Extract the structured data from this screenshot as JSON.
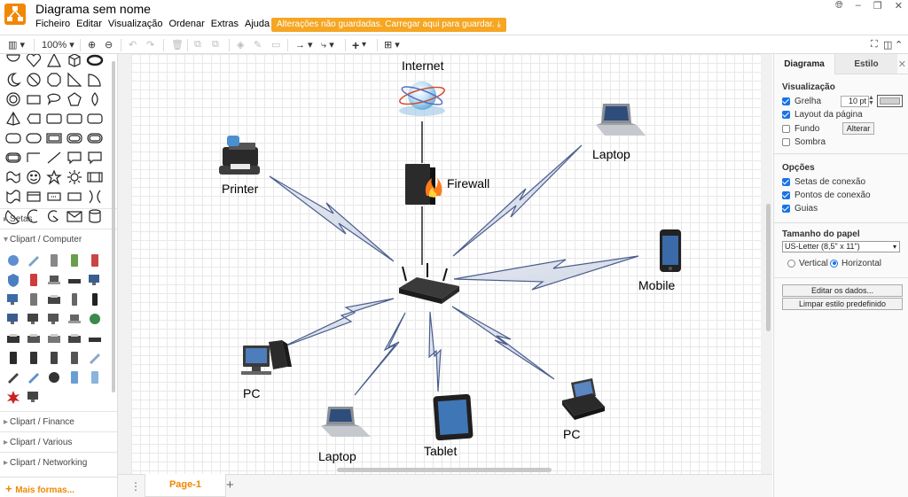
{
  "app": {
    "title": "Diagrama sem nome",
    "unsaved_banner": "Alterações não guardadas. Carregar aqui para guardar.",
    "accent": "#f08705"
  },
  "menu": [
    "Ficheiro",
    "Editar",
    "Visualização",
    "Ordenar",
    "Extras",
    "Ajuda"
  ],
  "toolbar": {
    "zoom": "100%"
  },
  "sidebar": {
    "sections": [
      "Setas",
      "Clipart / Computer",
      "Clipart / Finance",
      "Clipart / Various",
      "Clipart / Networking"
    ],
    "more_shapes": "Mais formas..."
  },
  "diagram": {
    "nodes": {
      "internet": "Internet",
      "firewall": "Firewall",
      "printer": "Printer",
      "laptop_top": "Laptop",
      "mobile": "Mobile",
      "pc_left": "PC",
      "laptop_bottom": "Laptop",
      "tablet": "Tablet",
      "pc_right": "PC"
    }
  },
  "pages": {
    "current": "Page-1"
  },
  "panel": {
    "tabs": {
      "diagram": "Diagrama",
      "style": "Estilo"
    },
    "view": {
      "title": "Visualização",
      "grid": "Grelha",
      "grid_size": "10 pt",
      "page_view": "Layout da página",
      "background": "Fundo",
      "change": "Alterar",
      "shadow": "Sombra"
    },
    "options": {
      "title": "Opções",
      "connection_arrows": "Setas de conexão",
      "connection_points": "Pontos de conexão",
      "guides": "Guias"
    },
    "paper": {
      "title": "Tamanho do papel",
      "size": "US-Letter (8,5\" x 11\")",
      "portrait": "Vertical",
      "landscape": "Horizontal"
    },
    "buttons": {
      "edit_data": "Editar os dados...",
      "clear_style": "Limpar estilo predefinido"
    }
  }
}
